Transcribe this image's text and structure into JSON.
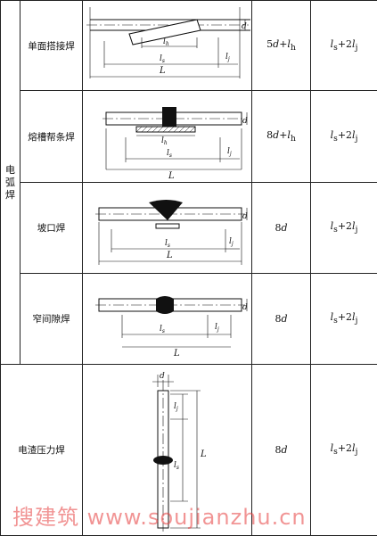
{
  "category": [
    "电",
    "弧",
    "焊"
  ],
  "rows": [
    {
      "name": "单面搭接焊",
      "min": {
        "a": "5",
        "v": "d",
        "op": "+",
        "l": "l",
        "s": "h"
      },
      "len": {
        "l": "l",
        "s": "s",
        "op": "+2",
        "l2": "l",
        "s2": "j"
      }
    },
    {
      "name": "熔槽帮条焊",
      "min": {
        "a": "8",
        "v": "d",
        "op": "+",
        "l": "l",
        "s": "h"
      },
      "len": {
        "l": "l",
        "s": "s",
        "op": "+2",
        "l2": "l",
        "s2": "j"
      }
    },
    {
      "name": "坡口焊",
      "min": {
        "a": "8",
        "v": "d",
        "op": "",
        "l": "",
        "s": ""
      },
      "len": {
        "l": "l",
        "s": "s",
        "op": "+2",
        "l2": "l",
        "s2": "j"
      }
    },
    {
      "name": "窄间隙焊",
      "min": {
        "a": "8",
        "v": "d",
        "op": "",
        "l": "",
        "s": ""
      },
      "len": {
        "l": "l",
        "s": "s",
        "op": "+2",
        "l2": "l",
        "s2": "j"
      }
    },
    {
      "name": "电渣压力焊",
      "min": {
        "a": "8",
        "v": "d",
        "op": "",
        "l": "",
        "s": ""
      },
      "len": {
        "l": "l",
        "s": "s",
        "op": "+2",
        "l2": "l",
        "s2": "j"
      }
    }
  ],
  "dims": {
    "d": "d",
    "l": "l",
    "s": "s",
    "h": "h",
    "j": "j",
    "L": "L"
  },
  "watermark": "搜建筑 www.soujianzhu.cn"
}
